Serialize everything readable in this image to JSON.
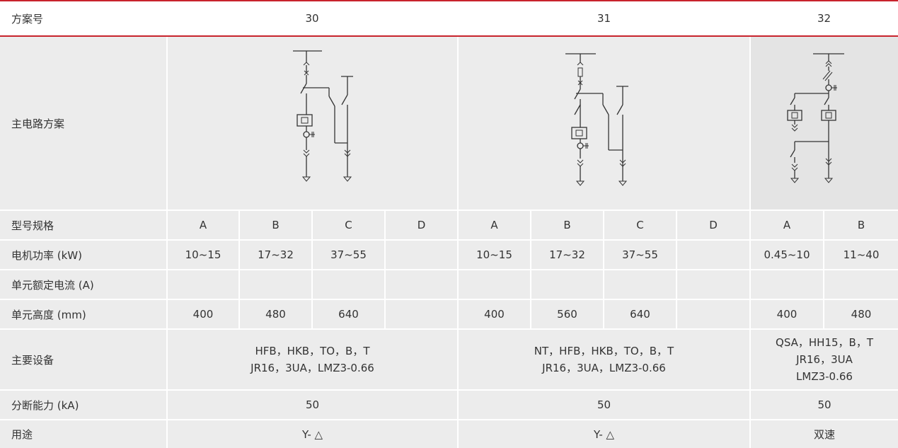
{
  "header": {
    "label": "方案号",
    "schemes": [
      "30",
      "31",
      "32"
    ]
  },
  "rows": {
    "circuit": {
      "label": "主电路方案"
    },
    "model": {
      "label": "型号规格",
      "s30": [
        "A",
        "B",
        "C",
        "D"
      ],
      "s31": [
        "A",
        "B",
        "C",
        "D"
      ],
      "s32": [
        "A",
        "B"
      ]
    },
    "power": {
      "label": "电机功率 (kW)",
      "s30": [
        "10~15",
        "17~32",
        "37~55",
        ""
      ],
      "s31": [
        "10~15",
        "17~32",
        "37~55",
        ""
      ],
      "s32": [
        "0.45~10",
        "11~40"
      ]
    },
    "current": {
      "label": "单元额定电流 (A)",
      "s30": [
        "",
        "",
        "",
        ""
      ],
      "s31": [
        "",
        "",
        "",
        ""
      ],
      "s32": [
        "",
        ""
      ]
    },
    "height": {
      "label": "单元高度 (mm)",
      "s30": [
        "400",
        "480",
        "640",
        ""
      ],
      "s31": [
        "400",
        "560",
        "640",
        ""
      ],
      "s32": [
        "400",
        "480"
      ]
    },
    "equipment": {
      "label": "主要设备",
      "s30": [
        "HFB，HKB，TO，B，T",
        "JR16，3UA，LMZ3-0.66"
      ],
      "s31": [
        "NT，HFB，HKB，TO，B，T",
        "JR16，3UA，LMZ3-0.66"
      ],
      "s32": [
        "QSA，HH15，B，T",
        "JR16，3UA",
        "LMZ3-0.66"
      ]
    },
    "breaking": {
      "label": "分断能力 (kA)",
      "s30": "50",
      "s31": "50",
      "s32": "50"
    },
    "usage": {
      "label": "用途",
      "s30": "Y- △",
      "s31": "Y- △",
      "s32": "双速"
    }
  },
  "colors": {
    "accent": "#c8232c",
    "cell_gray": "#ececec",
    "cell_light": "#f7f7f7",
    "text": "#333333"
  }
}
